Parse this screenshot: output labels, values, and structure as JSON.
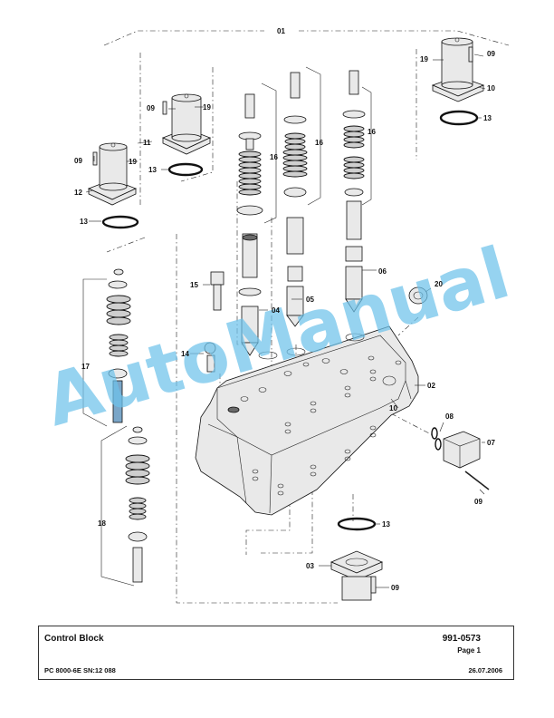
{
  "watermark": "AutoManual",
  "callouts": {
    "c01": "01",
    "c02": "02",
    "c03": "03",
    "c04": "04",
    "c05": "05",
    "c06": "06",
    "c07": "07",
    "c08": "08",
    "c09a": "09",
    "c09b": "09",
    "c09c": "09",
    "c09d": "09",
    "c09e": "09",
    "c10a": "10",
    "c10b": "10",
    "c11": "11",
    "c12": "12",
    "c13a": "13",
    "c13b": "13",
    "c13c": "13",
    "c13d": "13",
    "c14": "14",
    "c15": "15",
    "c16a": "16",
    "c16b": "16",
    "c16c": "16",
    "c17": "17",
    "c18": "18",
    "c19a": "19",
    "c19b": "19",
    "c19c": "19",
    "c20": "20"
  },
  "title_block": {
    "title": "Control Block",
    "doc_number": "991-0573",
    "page": "Page 1",
    "model": "PC 8000-6E SN:12 088",
    "date": "26.07.2006"
  }
}
